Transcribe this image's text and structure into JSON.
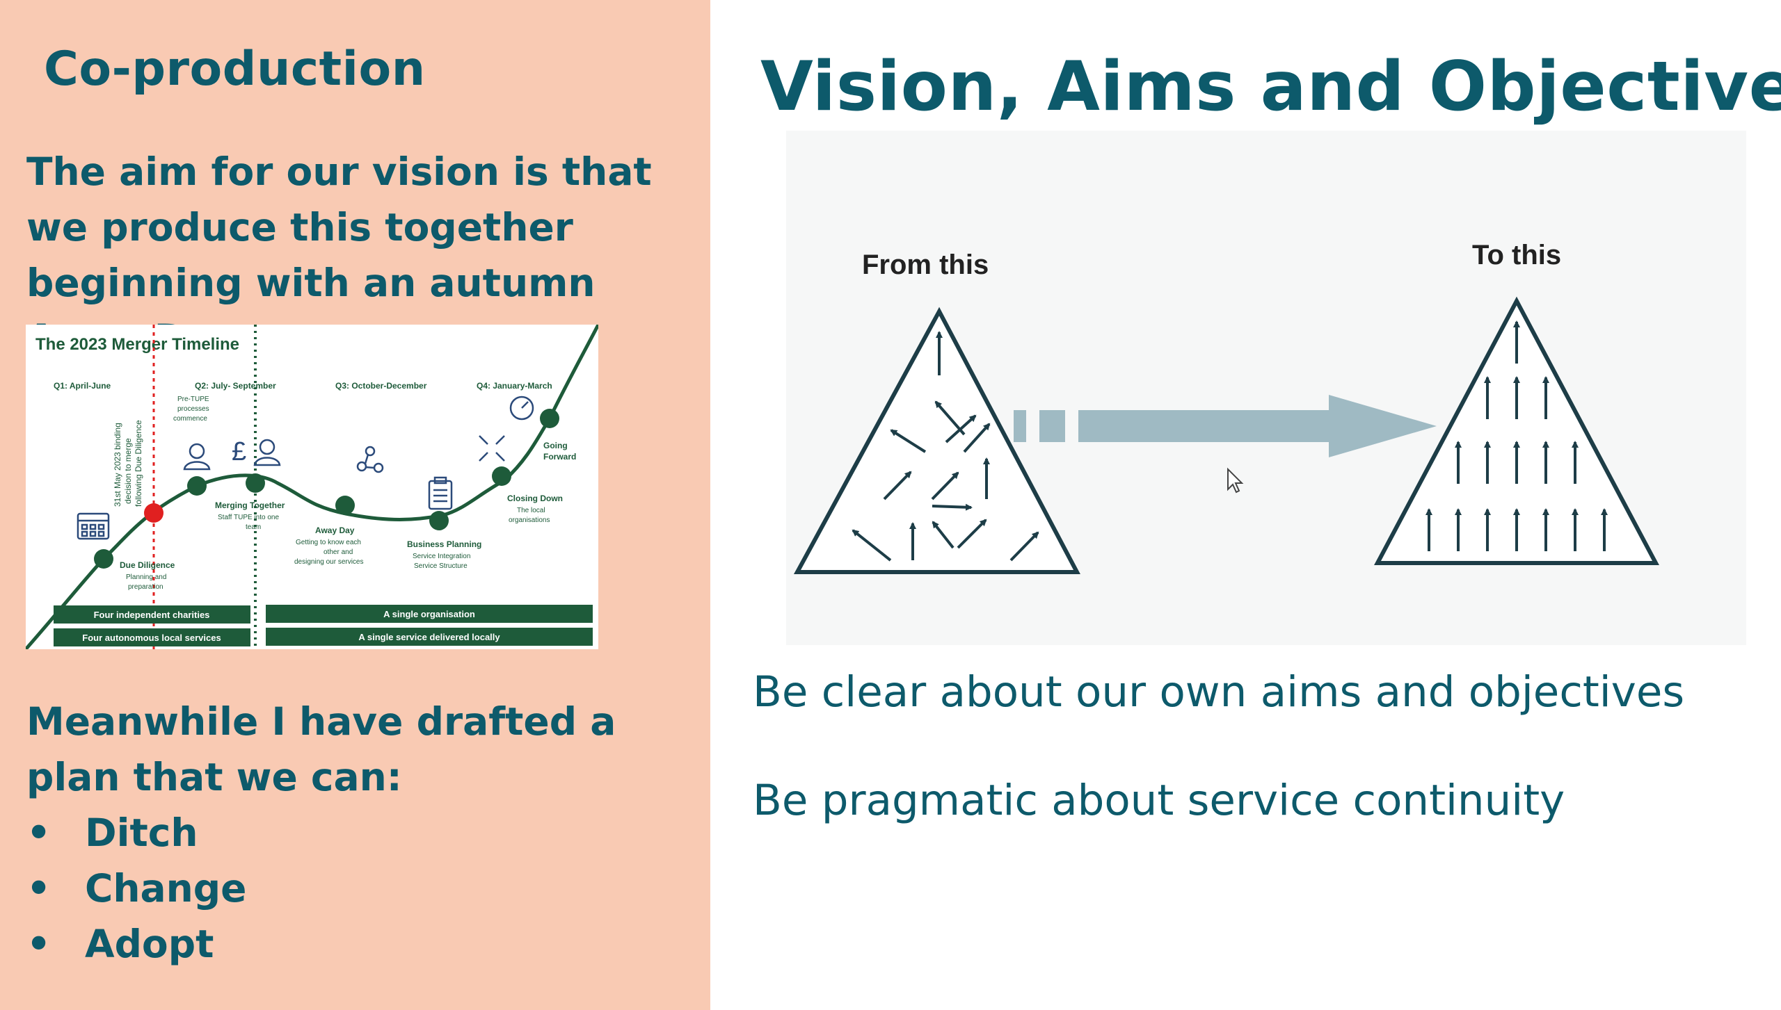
{
  "left_panel": {
    "heading": "Co-production",
    "intro": "The aim for our vision is that we produce this together beginning with an autumn Away Day",
    "plan_text": "Meanwhile I have drafted a plan that we can:",
    "plan_items": [
      {
        "bullet": "•",
        "label": "Ditch"
      },
      {
        "bullet": "•",
        "label": "Change"
      },
      {
        "bullet": "•",
        "label": "Adopt"
      }
    ]
  },
  "timeline": {
    "title": "The 2023 Merger Timeline",
    "quarters": [
      "Q1: April-June",
      "Q2: July- September",
      "Q3: October-December",
      "Q4: January-March"
    ],
    "vertical_note": [
      "31st May 2023 binding",
      "decision to merge",
      "following Due Diligence"
    ],
    "pre_tupe": [
      "Pre-TUPE",
      "processes",
      "commence"
    ],
    "milestones": [
      {
        "title": "Due Diligence",
        "lines": [
          "Planning and",
          "preparation"
        ]
      },
      {
        "title": "Merging Together",
        "lines": [
          "Staff TUPE into one",
          "team"
        ]
      },
      {
        "title": "Away Day",
        "lines": [
          "Getting to know each",
          "other and",
          "designing our services"
        ]
      },
      {
        "title": "Business Planning",
        "lines": [
          "Service Integration",
          "Service Structure"
        ]
      },
      {
        "title": "Closing Down",
        "lines": [
          "The local",
          "organisations"
        ]
      },
      {
        "title": "Going",
        "lines": [
          "Forward"
        ]
      }
    ],
    "bars": [
      "Four independent charities",
      "Four autonomous local services",
      "A single organisation",
      "A single service delivered locally"
    ],
    "colors": {
      "green": "#1e5b3a",
      "red": "#e02020",
      "icon": "#2b4a7a"
    }
  },
  "right_panel": {
    "title": "Vision, Aims and Objectives",
    "diagram": {
      "from_label": "From this",
      "to_label": "To this"
    },
    "statements": [
      "Be clear about our own aims and objectives",
      "Be pragmatic about service continuity"
    ]
  },
  "colors": {
    "teal": "#0d5a6b",
    "peach": "#f9cab3",
    "arrow": "#9fbac3",
    "triangle": "#1d3d47"
  }
}
